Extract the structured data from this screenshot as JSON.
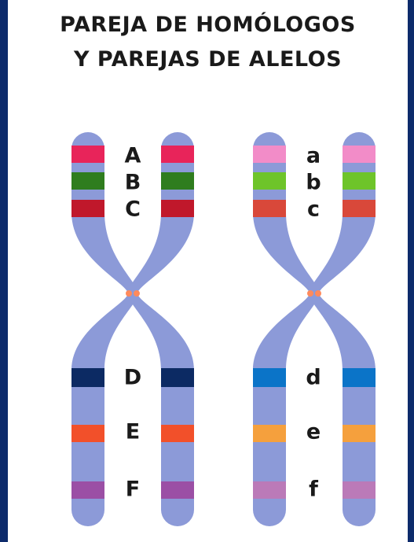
{
  "title": {
    "line1": "PAREJA DE HOMÓLOGOS",
    "line2": "Y PAREJAS DE ALELOS"
  },
  "colors": {
    "background": "#0d2b6b",
    "panel": "#ffffff",
    "chromosome": "#8c9ad8",
    "centromere": "#ff8a5c"
  },
  "pairs": [
    {
      "id": "dominant",
      "alleles": [
        {
          "label": "A",
          "color": "#e8245a"
        },
        {
          "label": "B",
          "color": "#2f7d1e"
        },
        {
          "label": "C",
          "color": "#c0182b"
        },
        {
          "label": "D",
          "color": "#0c2a63"
        },
        {
          "label": "E",
          "color": "#f2502a"
        },
        {
          "label": "F",
          "color": "#9b4fa5"
        }
      ]
    },
    {
      "id": "recessive",
      "alleles": [
        {
          "label": "a",
          "color": "#f28cc8"
        },
        {
          "label": "b",
          "color": "#6ec42a"
        },
        {
          "label": "c",
          "color": "#d9483a"
        },
        {
          "label": "d",
          "color": "#0b74c8"
        },
        {
          "label": "e",
          "color": "#f5a03d"
        },
        {
          "label": "f",
          "color": "#bb7ab8"
        }
      ]
    }
  ]
}
